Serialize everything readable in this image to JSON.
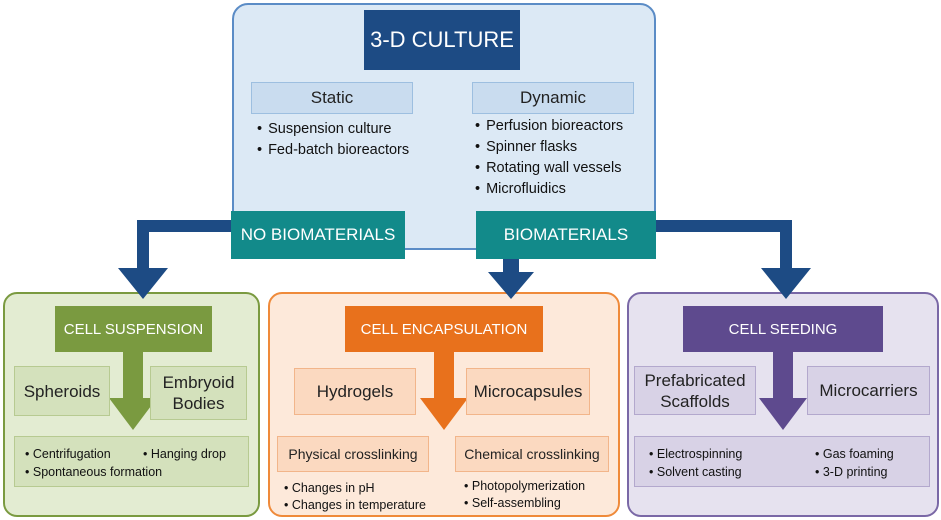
{
  "title": "3-D CULTURE",
  "static": {
    "label": "Static",
    "items": [
      "Suspension culture",
      "Fed-batch bioreactors"
    ]
  },
  "dynamic": {
    "label": "Dynamic",
    "items": [
      "Perfusion bioreactors",
      "Spinner flasks",
      "Rotating wall vessels",
      "Microfluidics"
    ]
  },
  "branches": {
    "no_biomaterials": "NO BIOMATERIALS",
    "biomaterials": "BIOMATERIALS"
  },
  "cell_suspension": {
    "label": "CELL SUSPENSION",
    "types": [
      "Spheroids",
      "Embryoid Bodies"
    ],
    "methods": [
      "Centrifugation",
      "Hanging drop",
      "Spontaneous formation"
    ]
  },
  "cell_encapsulation": {
    "label": "CELL ENCAPSULATION",
    "types": [
      "Hydrogels",
      "Microcapsules"
    ],
    "physical": {
      "label": "Physical crosslinking",
      "items": [
        "Changes in pH",
        "Changes in temperature"
      ]
    },
    "chemical": {
      "label": "Chemical crosslinking",
      "items": [
        "Photopolymerization",
        "Self-assembling"
      ]
    }
  },
  "cell_seeding": {
    "label": "CELL SEEDING",
    "types": [
      "Prefabricated Scaffolds",
      "Microcarriers"
    ],
    "methods": [
      "Electrospinning",
      "Solvent casting",
      "Gas foaming",
      "3-D printing"
    ]
  },
  "colors": {
    "navy": "#1d4b84",
    "teal": "#128a8a",
    "green": "#7a9a40",
    "orange": "#e8711c",
    "purple": "#5e4a8e"
  }
}
